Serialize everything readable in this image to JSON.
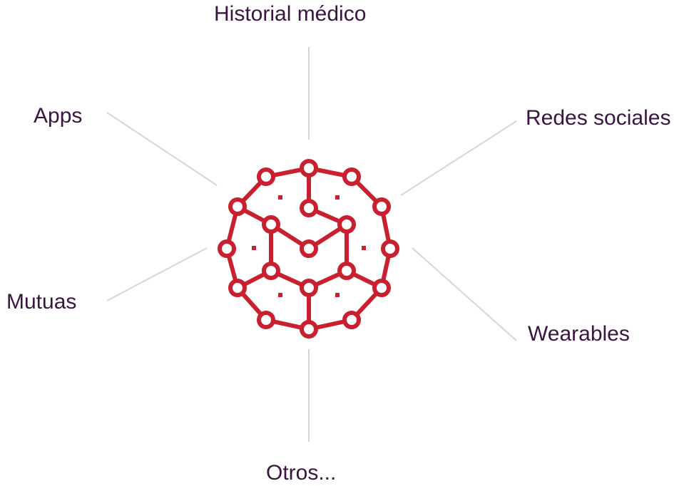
{
  "colors": {
    "text": "#3b1542",
    "connector": "#d6d6d6",
    "network": "#c8202e"
  },
  "center_icon": "network-sphere-icon",
  "labels": {
    "top": "Historial médico",
    "upper_left": "Apps",
    "upper_right": "Redes sociales",
    "lower_left": "Mutuas",
    "lower_right": "Wearables",
    "bottom": "Otros..."
  }
}
